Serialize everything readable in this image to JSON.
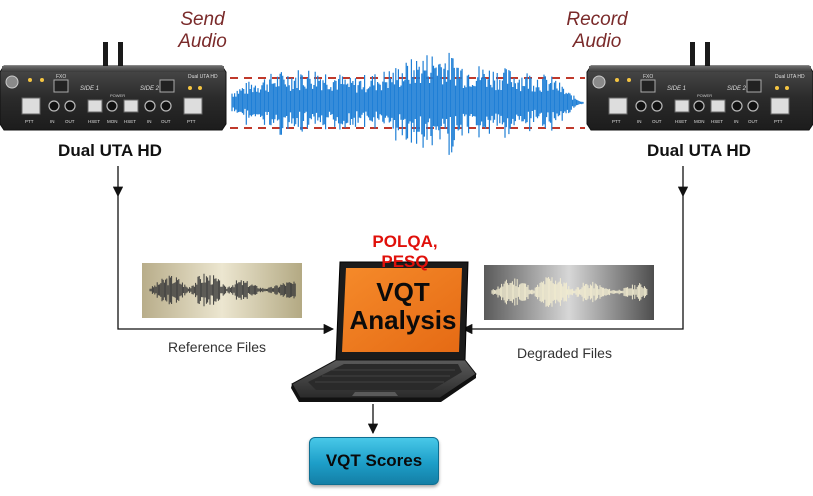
{
  "diagram": {
    "send_audio": "Send Audio",
    "record_audio": "Record Audio",
    "left_device": {
      "title": "Dual UTA HD",
      "side1": "SIDE 1",
      "side2": "SIDE 2",
      "brand": "Dual UTA HD",
      "fxo": "FXO",
      "power": "POWER",
      "ports": [
        "PTT",
        "IN",
        "OUT",
        "HSET",
        "MON",
        "HSET",
        "IN",
        "OUT",
        "PTT"
      ]
    },
    "right_device": {
      "title": "Dual UTA HD",
      "side1": "SIDE 1",
      "side2": "SIDE 2",
      "brand": "Dual UTA HD",
      "fxo": "FXO",
      "power": "POWER",
      "ports": [
        "PTT",
        "IN",
        "OUT",
        "HSET",
        "MON",
        "HSET",
        "IN",
        "OUT",
        "PTT"
      ]
    },
    "algorithms": "POLQA,\nPESQ",
    "screen_line1": "VQT",
    "screen_line2": "Analysis",
    "reference_files": "Reference Files",
    "degraded_files": "Degraded Files",
    "scores_button": "VQT Scores",
    "colors": {
      "waveform": "#1f7fd6",
      "threshold": "#c0392b",
      "screen": "#f07a1e",
      "button": "#2aaed6",
      "label_italic": "#7a2a2a",
      "algo_text": "#e0100a"
    }
  }
}
